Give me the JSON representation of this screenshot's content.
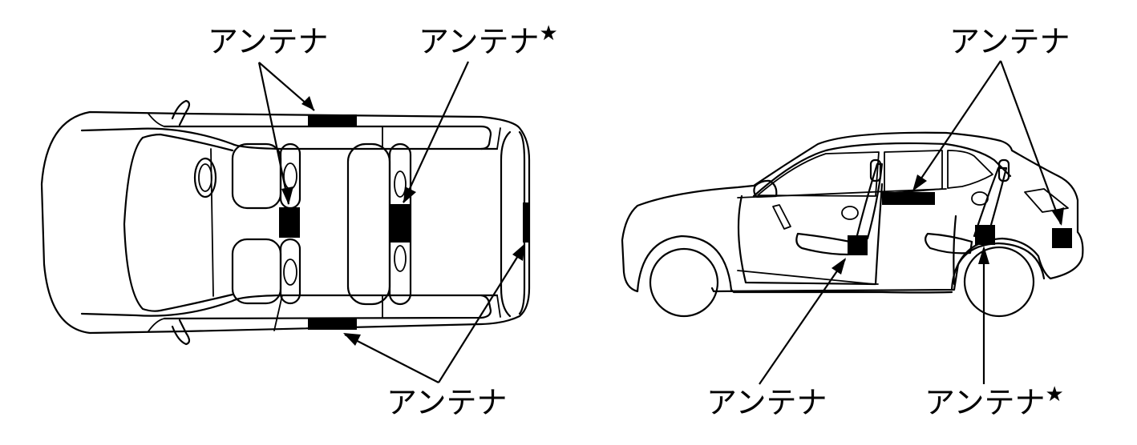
{
  "diagram": {
    "title": "",
    "views": [
      {
        "name": "top-view",
        "labels": [
          {
            "id": "top-left",
            "text": "アンテナ",
            "star": ""
          },
          {
            "id": "top-right",
            "text": "アンテナ",
            "star": "★"
          },
          {
            "id": "bottom",
            "text": "アンテナ",
            "star": ""
          }
        ],
        "antennas": [
          "roof-left-side",
          "front-console",
          "rear-console",
          "rear-bumper",
          "roof-right-side"
        ]
      },
      {
        "name": "side-view",
        "labels": [
          {
            "id": "top",
            "text": "アンテナ",
            "star": ""
          },
          {
            "id": "bottom-left",
            "text": "アンテナ",
            "star": ""
          },
          {
            "id": "bottom-right",
            "text": "アンテナ",
            "star": "★"
          }
        ],
        "antennas": [
          "interior-center",
          "front-seat",
          "rear-seat",
          "luggage"
        ]
      }
    ]
  }
}
